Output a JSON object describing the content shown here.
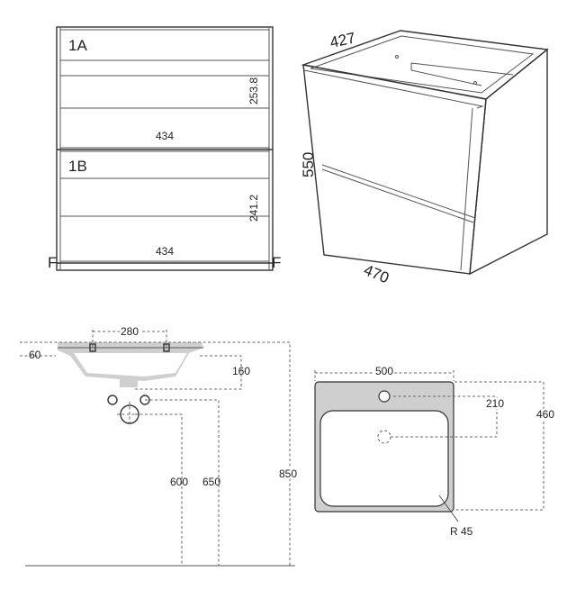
{
  "drawer_front_view": {
    "drawer_a": {
      "label": "1A",
      "height": "253.8",
      "width": "434"
    },
    "drawer_b": {
      "label": "1B",
      "height": "241.2",
      "width": "434"
    },
    "foot_marks": [
      "F",
      "F"
    ]
  },
  "cabinet_perspective": {
    "depth": "427",
    "height": "550",
    "width": "470"
  },
  "basin_side_view": {
    "tap_spacing": "280",
    "rim_thickness": "60",
    "bowl_depth": "160",
    "waste_height": "600",
    "supply_height": "650",
    "overall_height": "850"
  },
  "basin_top_view": {
    "width": "500",
    "tap_to_waste": "210",
    "depth": "460",
    "corner_radius": "R 45"
  }
}
